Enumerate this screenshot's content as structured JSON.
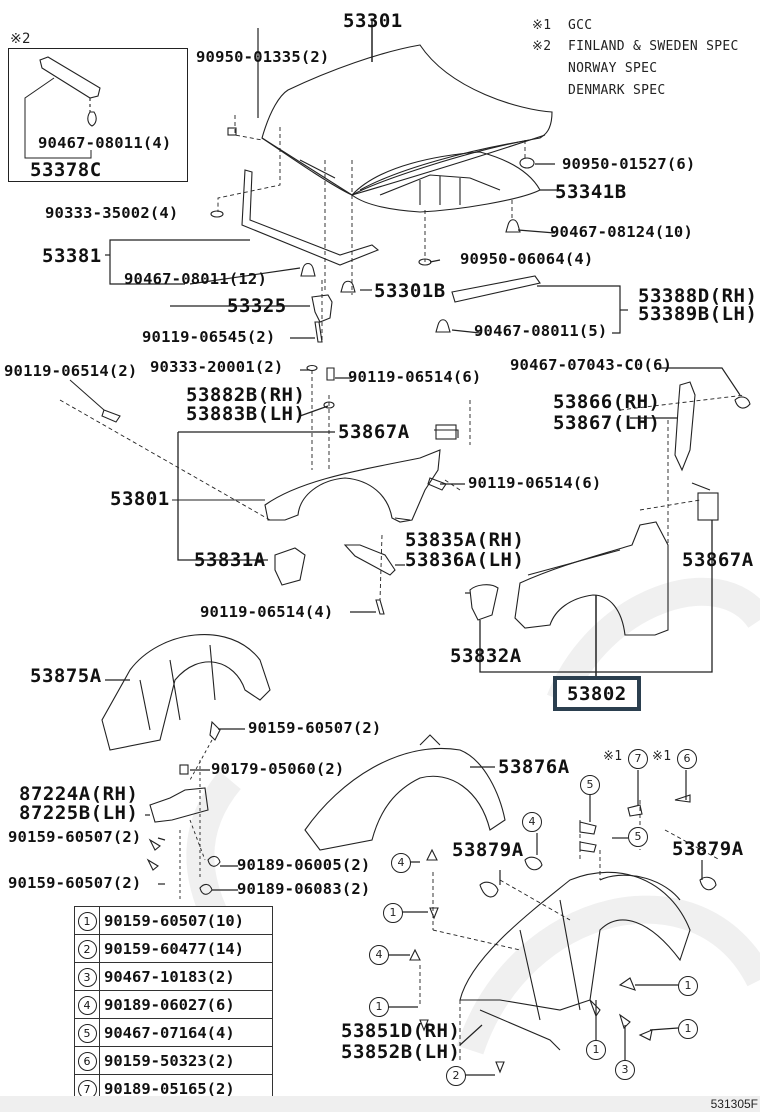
{
  "diagram": {
    "title": "Hood & Front Fender parts diagram",
    "figure_code": "531305F",
    "highlighted_part": "53802",
    "highlight_color": "#2b3f4f",
    "notes": {
      "n1_mark": "※1",
      "n1_text": "GCC",
      "n2_mark": "※2",
      "n2_text_lines": [
        "FINLAND & SWEDEN SPEC",
        "NORWAY SPEC",
        "DENMARK SPEC"
      ],
      "inset_mark": "※2"
    },
    "labels": {
      "hood": "53301",
      "hood_clip_top": "90950-01335(2)",
      "inset_clip": "90467-08011(4)",
      "inset_part": "53378C",
      "hood_cushion": "90950-01527(6)",
      "hood_insulator": "53341B",
      "seal_plug": "90333-35002(4)",
      "insulator_clip": "90467-08124(10)",
      "seal_part": "53381",
      "seal_clip": "90467-08011(12)",
      "hood_plug": "90950-06064(4)",
      "bracket": "53325",
      "bumper": "53301B",
      "bolt_bracket": "90119-06545(2)",
      "seal_rh": "53388D(RH)",
      "seal_lh": "53389B(LH)",
      "seal_side_clip": "90467-08011(5)",
      "bolt_left": "90119-06514(2)",
      "plug_small": "90333-20001(2)",
      "bolt_top": "90119-06514(6)",
      "pad_rh": "53882B(RH)",
      "pad_lh": "53883B(LH)",
      "clip_co": "90467-07043-C0(6)",
      "shield_rh": "53866(RH)",
      "shield_lh": "53867(LH)",
      "liner_left_tag": "53867A",
      "fender_left": "53801",
      "bolt_mid": "90119-06514(6)",
      "bracket_rh": "53835A(RH)",
      "bracket_lh": "53836A(LH)",
      "fender_seal_left": "53831A",
      "liner_right_tag": "53867A",
      "bolt_lower": "90119-06514(4)",
      "fender_seal_right": "53832A",
      "fender_right": "53802",
      "liner_front": "53875A",
      "screw_upper": "90159-60507(2)",
      "nut_upper": "90179-05060(2)",
      "liner_rear": "53876A",
      "horn_rh": "87224A(RH)",
      "horn_lh": "87225B(LH)",
      "screw_mid": "90159-60507(2)",
      "nut_mid": "90189-06005(2)",
      "screw_low": "90159-60507(2)",
      "nut_low": "90189-06083(2)",
      "liner_clip_left": "53879A",
      "liner_clip_right": "53879A",
      "cover_rh": "53851D(RH)",
      "cover_lh": "53852B(LH)"
    },
    "callout_marks": {
      "gcc_mark_a": "※1",
      "gcc_mark_b": "※1",
      "c7": "7",
      "c6": "6",
      "c5a": "5",
      "c5b": "5",
      "c4a": "4",
      "c4b": "4",
      "c4c": "4",
      "c1a": "1",
      "c1b": "1",
      "c1c": "1",
      "c1d": "1",
      "c1e": "1",
      "c3": "3",
      "c2": "2"
    },
    "legend": [
      {
        "index": "1",
        "part": "90159-60507(10)"
      },
      {
        "index": "2",
        "part": "90159-60477(14)"
      },
      {
        "index": "3",
        "part": "90467-10183(2)"
      },
      {
        "index": "4",
        "part": "90189-06027(6)"
      },
      {
        "index": "5",
        "part": "90467-07164(4)"
      },
      {
        "index": "6",
        "part": "90159-50323(2)"
      },
      {
        "index": "7",
        "part": "90189-05165(2)"
      }
    ]
  }
}
